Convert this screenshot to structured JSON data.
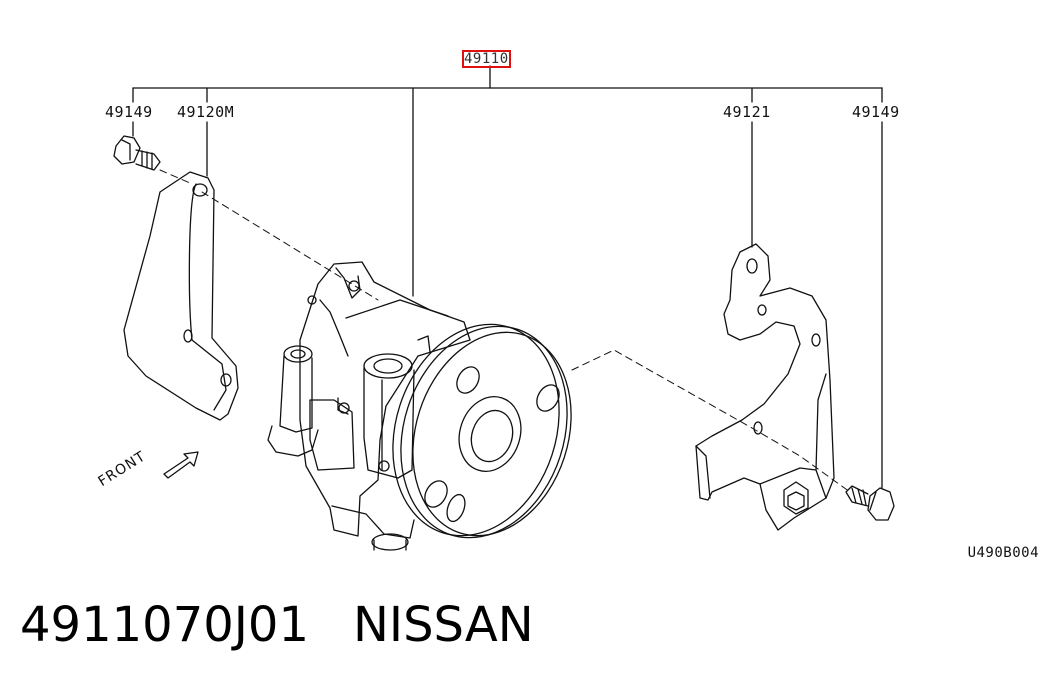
{
  "callouts": {
    "main": "49110",
    "bolt_left": "49149",
    "bracket_left": "49120M",
    "bracket_right": "49121",
    "bolt_right": "49149"
  },
  "direction_label": "FRONT",
  "diagram_code": "U490B004",
  "caption": {
    "part_number": "4911070J01",
    "brand": "NISSAN"
  },
  "colors": {
    "highlight": "#e01010",
    "line": "#111111"
  }
}
